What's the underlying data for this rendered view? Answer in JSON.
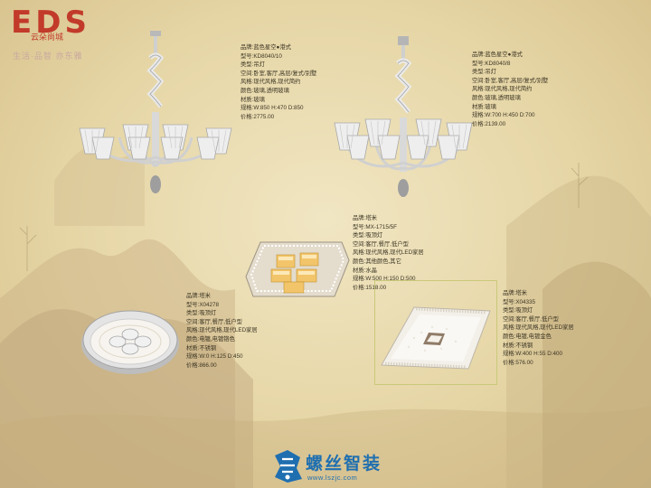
{
  "brand": {
    "logo_text": "EDS",
    "logo_sub": "云朵尚城",
    "tagline": "生活·品智 亦东雅"
  },
  "products": [
    {
      "lines": [
        "品牌:蓝色星空●港式",
        "型号:KD8040/10",
        "类型:吊灯",
        "空间:卧室,客厅,高层/复式/别墅",
        "风格:现代风格,现代简约",
        "颜色:玻璃,透明玻璃",
        "材质:玻璃",
        "规格:W:850 H:470 D:850",
        "价格:2775.00"
      ]
    },
    {
      "lines": [
        "品牌:蓝色星空●港式",
        "型号:KD8040/8",
        "类型:吊灯",
        "空间:卧室,客厅,高层/复式/别墅",
        "风格:现代风格,现代简约",
        "颜色:玻璃,透明玻璃",
        "材质:玻璃",
        "规格:W:700 H:450 D:700",
        "价格:2139.00"
      ]
    },
    {
      "lines": [
        "品牌:塔米",
        "型号:MX-1715/5F",
        "类型:吸顶灯",
        "空间:客厅,餐厅,低户型",
        "风格:现代风格,现代LED家居",
        "颜色:其他颜色,其它",
        "材质:水晶",
        "规格:W:500 H:150 D:500",
        "价格:1518.00"
      ]
    },
    {
      "lines": [
        "品牌:塔米",
        "型号:X04278",
        "类型:吸顶灯",
        "空间:客厅,餐厅,低户型",
        "风格:现代风格,现代LED家居",
        "颜色:电镀,电镀铬色",
        "材质:不锈钢",
        "规格:W:0 H:125 D:450",
        "价格:866.00"
      ]
    },
    {
      "lines": [
        "品牌:塔米",
        "型号:X04335",
        "类型:吸顶灯",
        "空间:客厅,餐厅,低户型",
        "风格:现代风格,现代LED家居",
        "颜色:电镀,电镀金色",
        "材质:不锈钢",
        "规格:W:400 H:55 D:400",
        "价格:576.00"
      ]
    }
  ],
  "footer": {
    "title": "螺丝智装",
    "url": "www.lszjc.com"
  }
}
